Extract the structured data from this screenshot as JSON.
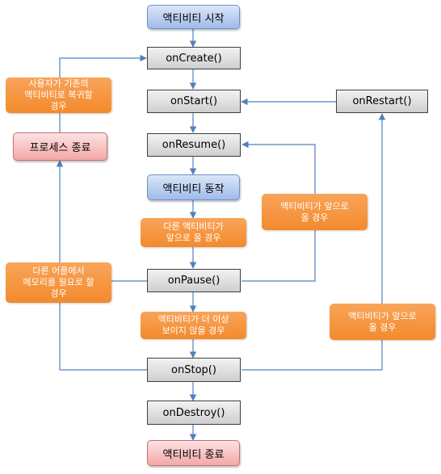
{
  "nodes": {
    "activity_start": "액티비티 시작",
    "on_create": "onCreate()",
    "on_start": "onStart()",
    "on_restart": "onRestart()",
    "on_resume": "onResume()",
    "activity_running": "액티비티 동작",
    "on_pause": "onPause()",
    "on_stop": "onStop()",
    "on_destroy": "onDestroy()",
    "activity_end": "액티비티 종료",
    "process_end": "프로세스 종료"
  },
  "notes": {
    "user_returns": "사용자가 기존의\n액티비티로 복귀할\n경우",
    "other_activity_front": "다른 액티비티가\n앞으로 올 경우",
    "activity_front_resume": "액티비티가 앞으로\n올 경우",
    "other_app_memory": "다른 어플에서\n메모리를 필요로 할\n경우",
    "not_visible": "액티비티가 더 이상\n보이지 않을 경우",
    "activity_front_restart": "액티비티가 앞으로\n올 경우"
  },
  "colors": {
    "line": "#4f81bd",
    "note_fill": "#f79646",
    "start_fill": "#a7c2ea",
    "end_fill": "#f5b3b3"
  }
}
